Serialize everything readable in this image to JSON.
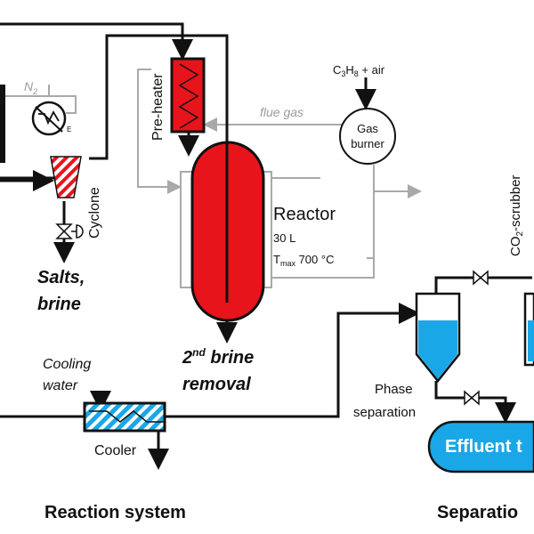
{
  "labels": {
    "n2": "N",
    "n2_sub": "2",
    "preheater": "Pre-heater",
    "flue_gas": "flue gas",
    "fuel_main": "C",
    "fuel_sub1": "3",
    "fuel_mid": "H",
    "fuel_sub2": "8",
    "fuel_tail": " + air",
    "gas_burner_line1": "Gas",
    "gas_burner_line2": "burner",
    "cyclone": "Cyclone",
    "reactor": "Reactor",
    "reactor_volume": "30 L",
    "tmax_main": "T",
    "tmax_sub": "max",
    "tmax_value": " 700 °C",
    "salts_line1": "Salts,",
    "salts_line2": "brine",
    "second_brine_num": "2",
    "second_brine_sup": "nd",
    "second_brine_rest": " brine",
    "removal": "removal",
    "cooling_line1": "Cooling",
    "cooling_line2": "water",
    "cooler": "Cooler",
    "phase_line1": "Phase",
    "phase_line2": "separation",
    "co2_main": "CO",
    "co2_sub": "2",
    "co2_tail": "-scrubber",
    "effluent": "Effluent t",
    "heater_e": "E",
    "section_reaction": "Reaction system",
    "section_separation": "Separatio"
  },
  "colors": {
    "reactor_red": "#e8141c",
    "water_blue": "#1aa7e8",
    "line_black": "#111111",
    "line_grey": "#a9a9a9"
  }
}
